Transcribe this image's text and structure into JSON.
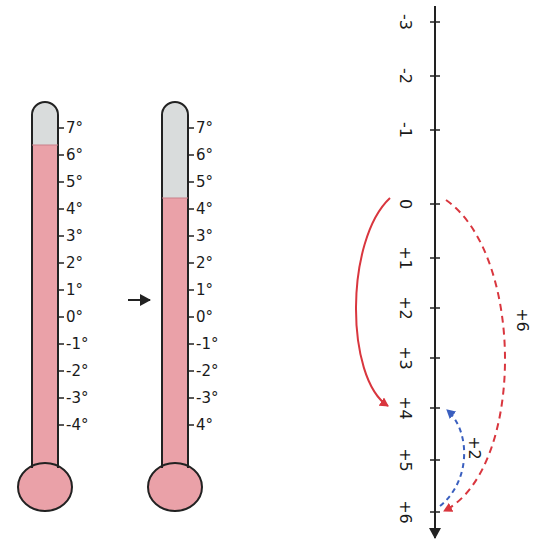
{
  "diagram": {
    "labels": [
      "7°",
      "6°",
      "5°",
      "4°",
      "3°",
      "2°",
      "1°",
      "0°",
      "-1°",
      "-2°",
      "-3°",
      "-4°",
      "7°",
      "6°",
      "5°",
      "4°",
      "3°",
      "2°",
      "1°",
      "0°",
      "-1°",
      "-2°",
      "-3°",
      "4°",
      "-3",
      "-2",
      "-1",
      "0",
      "+1",
      "+2",
      "+3",
      "+4",
      "+5",
      "+6",
      "+6",
      "+2"
    ]
  }
}
